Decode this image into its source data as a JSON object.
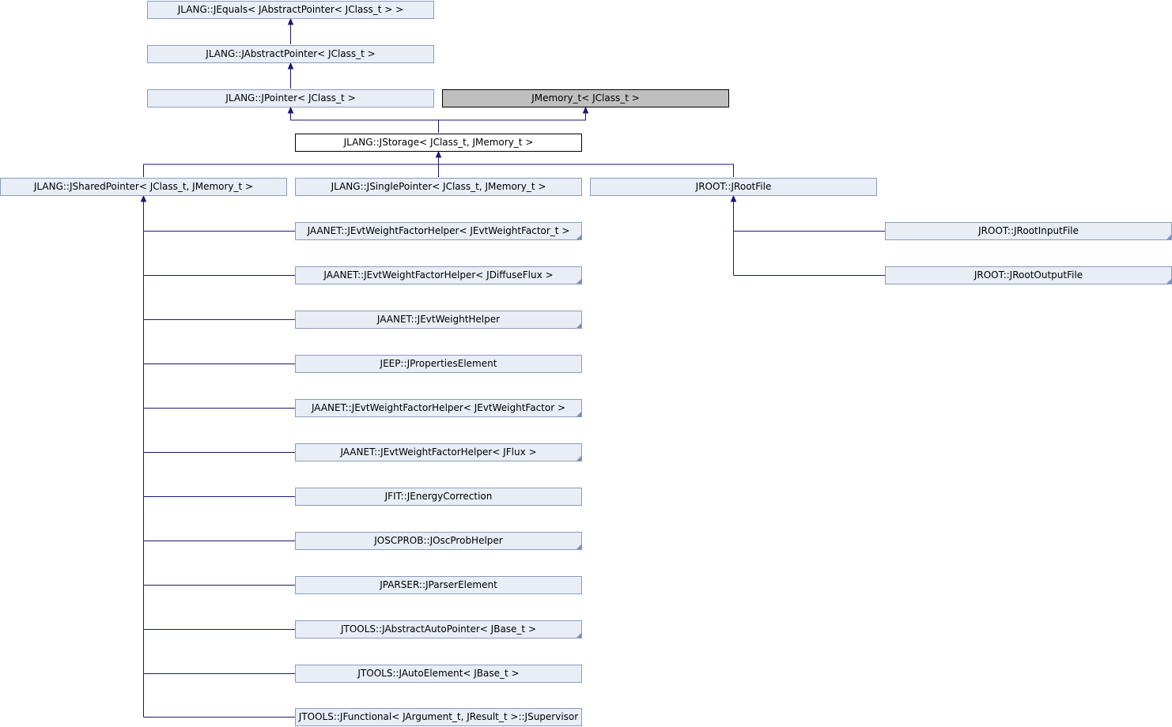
{
  "diagram": {
    "edge_color": "#191970",
    "nodes": {
      "jequals": {
        "label": "JLANG::JEquals< JAbstractPointer< JClass_t > >",
        "style": "link"
      },
      "jabstractpointer": {
        "label": "JLANG::JAbstractPointer< JClass_t >",
        "style": "link"
      },
      "jpointer": {
        "label": "JLANG::JPointer< JClass_t >",
        "style": "link"
      },
      "jmemory": {
        "label": "JMemory_t< JClass_t >",
        "style": "external"
      },
      "jstorage": {
        "label": "JLANG::JStorage< JClass_t, JMemory_t >",
        "style": "current"
      },
      "jsharedpointer": {
        "label": "JLANG::JSharedPointer< JClass_t, JMemory_t >",
        "style": "link"
      },
      "jsinglepointer": {
        "label": "JLANG::JSinglePointer< JClass_t, JMemory_t >",
        "style": "link"
      },
      "jrootfile": {
        "label": "JROOT::JRootFile",
        "style": "link"
      },
      "jrootinputfile": {
        "label": "JROOT::JRootInputFile",
        "style": "link"
      },
      "jrootoutputfile": {
        "label": "JROOT::JRootOutputFile",
        "style": "link"
      },
      "evtwf_helper_t": {
        "label": "JAANET::JEvtWeightFactorHelper< JEvtWeightFactor_t >",
        "style": "link"
      },
      "evtwf_helper_diffuse": {
        "label": "JAANET::JEvtWeightFactorHelper< JDiffuseFlux >",
        "style": "link"
      },
      "evtweighthelper": {
        "label": "JAANET::JEvtWeightHelper",
        "style": "link"
      },
      "jpropertieselement": {
        "label": "JEEP::JPropertiesElement",
        "style": "link"
      },
      "evtwf_helper_factor": {
        "label": "JAANET::JEvtWeightFactorHelper< JEvtWeightFactor >",
        "style": "link"
      },
      "evtwf_helper_flux": {
        "label": "JAANET::JEvtWeightFactorHelper< JFlux >",
        "style": "link"
      },
      "jenergycorrection": {
        "label": "JFIT::JEnergyCorrection",
        "style": "link"
      },
      "joscprobhelper": {
        "label": "JOSCPROB::JOscProbHelper",
        "style": "link"
      },
      "jparserelement": {
        "label": "JPARSER::JParserElement",
        "style": "link"
      },
      "jabstractautopointer": {
        "label": "JTOOLS::JAbstractAutoPointer< JBase_t >",
        "style": "link"
      },
      "jautoelement": {
        "label": "JTOOLS::JAutoElement< JBase_t >",
        "style": "link"
      },
      "jsupervisor": {
        "label": "JTOOLS::JFunctional< JArgument_t, JResult_t >::JSupervisor",
        "style": "link"
      }
    }
  }
}
